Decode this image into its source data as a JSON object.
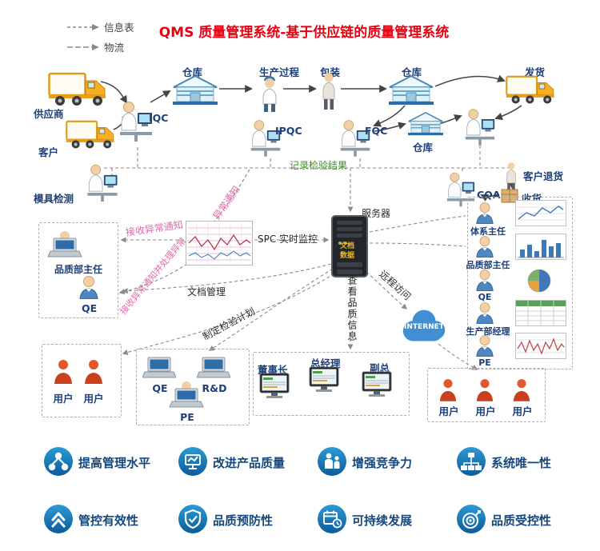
{
  "title": "QMS 质量管理系统-基于供应链的质量管理系统",
  "legend": {
    "info": "信息表",
    "logistics": "物流"
  },
  "flow": {
    "supplier": "供应商",
    "customer": "客户",
    "mold_test": "模具检测",
    "iqc": "IQC",
    "warehouse_top": "仓库",
    "production": "生产过程",
    "packaging": "包装",
    "warehouse_right": "仓库",
    "shipping": "发货",
    "ipqc": "IPQC",
    "fqc": "FQC",
    "warehouse_mid": "仓库",
    "record_results": "记录检验结果",
    "customer_return": "客户退货",
    "receive_goods": "收货",
    "cqa": "CQA"
  },
  "notices": {
    "exception": "异常通知",
    "receive_exception": "接收异常通知",
    "receive_handle": "接收异常通知并处理异常"
  },
  "center": {
    "spc": "SPC 实时监控",
    "server": "服务器",
    "server_tags": {
      "t1": "文档",
      "t2": "数据"
    },
    "doc_mgmt": "文档管理",
    "make_plan": "制定检验计划",
    "view_quality": "查看品质信息",
    "remote_access": "远程访问",
    "internet": "INTERNET"
  },
  "left_box": {
    "manager": "品质部主任",
    "qe": "QE"
  },
  "right_panel": [
    {
      "label": "体系主任",
      "chart": "line"
    },
    {
      "label": "品质部主任",
      "chart": "bar"
    },
    {
      "label": "QE",
      "chart": "pie"
    },
    {
      "label": "生产部经理",
      "chart": "table"
    },
    {
      "label": "PE",
      "chart": "line-red"
    }
  ],
  "users_left": [
    "用户",
    "用户"
  ],
  "mid_box": {
    "qe": "QE",
    "rd": "R&D",
    "pe": "PE"
  },
  "exec_box": [
    "董事长",
    "总经理",
    "副总"
  ],
  "users_right": [
    "用户",
    "用户",
    "用户"
  ],
  "features": [
    {
      "label": "提高管理水平",
      "icon": "org-chart"
    },
    {
      "label": "改进产品质量",
      "icon": "monitor-chart"
    },
    {
      "label": "增强竞争力",
      "icon": "people"
    },
    {
      "label": "系统唯一性",
      "icon": "sitemap"
    },
    {
      "label": "管控有效性",
      "icon": "up-arrows"
    },
    {
      "label": "品质预防性",
      "icon": "shield-check"
    },
    {
      "label": "可持续发展",
      "icon": "calendar-clock"
    },
    {
      "label": "品质受控性",
      "icon": "target-dart"
    }
  ],
  "colors": {
    "title_red": "#e60012",
    "label_blue": "#1d3f7a",
    "pink": "#e566a6",
    "green": "#3e8e1f",
    "feature_navy": "#14477d",
    "feature_blue": "#1477bd"
  }
}
